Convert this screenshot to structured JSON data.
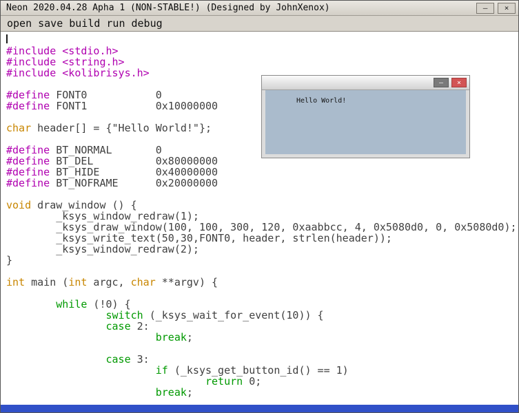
{
  "window": {
    "title": "Neon 2020.04.28 Apha 1 (NON-STABLE!) (Designed by JohnXenox)",
    "buttons": {
      "minimize": "—",
      "close": "×"
    }
  },
  "menubar": {
    "items": [
      "open",
      "save",
      "build",
      "run",
      "debug"
    ]
  },
  "editor": {
    "lines": [
      {
        "cursor": true,
        "segs": []
      },
      {
        "segs": [
          [
            "p",
            "#include <stdio.h>"
          ]
        ]
      },
      {
        "segs": [
          [
            "p",
            "#include <string.h>"
          ]
        ]
      },
      {
        "segs": [
          [
            "p",
            "#include <kolibrisys.h>"
          ]
        ]
      },
      {
        "segs": []
      },
      {
        "segs": [
          [
            "p",
            "#define"
          ],
          [
            "d",
            " FONT0           0"
          ]
        ]
      },
      {
        "segs": [
          [
            "p",
            "#define"
          ],
          [
            "d",
            " FONT1           0x10000000"
          ]
        ]
      },
      {
        "segs": []
      },
      {
        "segs": [
          [
            "t",
            "char"
          ],
          [
            "d",
            " header[] = {\"Hello World!\"};"
          ]
        ]
      },
      {
        "segs": []
      },
      {
        "segs": [
          [
            "p",
            "#define"
          ],
          [
            "d",
            " BT_NORMAL       0"
          ]
        ]
      },
      {
        "segs": [
          [
            "p",
            "#define"
          ],
          [
            "d",
            " BT_DEL          0x80000000"
          ]
        ]
      },
      {
        "segs": [
          [
            "p",
            "#define"
          ],
          [
            "d",
            " BT_HIDE         0x40000000"
          ]
        ]
      },
      {
        "segs": [
          [
            "p",
            "#define"
          ],
          [
            "d",
            " BT_NOFRAME      0x20000000"
          ]
        ]
      },
      {
        "segs": []
      },
      {
        "segs": [
          [
            "t",
            "void"
          ],
          [
            "d",
            " draw_window () {"
          ]
        ]
      },
      {
        "segs": [
          [
            "d",
            "        _ksys_window_redraw(1);"
          ]
        ]
      },
      {
        "segs": [
          [
            "d",
            "        _ksys_draw_window(100, 100, 300, 120, 0xaabbcc, 4, 0x5080d0, 0, 0x5080d0);"
          ]
        ]
      },
      {
        "segs": [
          [
            "d",
            "        _ksys_write_text(50,30,FONT0, header, strlen(header));"
          ]
        ]
      },
      {
        "segs": [
          [
            "d",
            "        _ksys_window_redraw(2);"
          ]
        ]
      },
      {
        "segs": [
          [
            "d",
            "}"
          ]
        ]
      },
      {
        "segs": []
      },
      {
        "segs": [
          [
            "t",
            "int"
          ],
          [
            "d",
            " main ("
          ],
          [
            "t",
            "int"
          ],
          [
            "d",
            " argc, "
          ],
          [
            "t",
            "char"
          ],
          [
            "d",
            " **argv) {"
          ]
        ]
      },
      {
        "segs": []
      },
      {
        "segs": [
          [
            "d",
            "        "
          ],
          [
            "f",
            "while"
          ],
          [
            "d",
            " (!0) {"
          ]
        ]
      },
      {
        "segs": [
          [
            "d",
            "                "
          ],
          [
            "f",
            "switch"
          ],
          [
            "d",
            " (_ksys_wait_for_event(10)) {"
          ]
        ]
      },
      {
        "segs": [
          [
            "d",
            "                "
          ],
          [
            "f",
            "case"
          ],
          [
            "d",
            " 2:"
          ]
        ]
      },
      {
        "segs": [
          [
            "d",
            "                        "
          ],
          [
            "f",
            "break"
          ],
          [
            "d",
            ";"
          ]
        ]
      },
      {
        "segs": []
      },
      {
        "segs": [
          [
            "d",
            "                "
          ],
          [
            "f",
            "case"
          ],
          [
            "d",
            " 3:"
          ]
        ]
      },
      {
        "segs": [
          [
            "d",
            "                        "
          ],
          [
            "f",
            "if"
          ],
          [
            "d",
            " (_ksys_get_button_id() == 1)"
          ]
        ]
      },
      {
        "segs": [
          [
            "d",
            "                                "
          ],
          [
            "f",
            "return"
          ],
          [
            "d",
            " 0;"
          ]
        ]
      },
      {
        "segs": [
          [
            "d",
            "                        "
          ],
          [
            "f",
            "break"
          ],
          [
            "d",
            ";"
          ]
        ]
      }
    ]
  },
  "hello_window": {
    "text": "Hello World!",
    "buttons": {
      "minimize": "–",
      "close": "×"
    }
  },
  "colors": {
    "preproc": "#b000b0",
    "type-keyword": "#c88600",
    "flow-keyword": "#009900",
    "plain": "#404040",
    "status-bar": "#3050c8",
    "hello-body": "#aabbcc",
    "chrome": "#d8d4cc"
  }
}
